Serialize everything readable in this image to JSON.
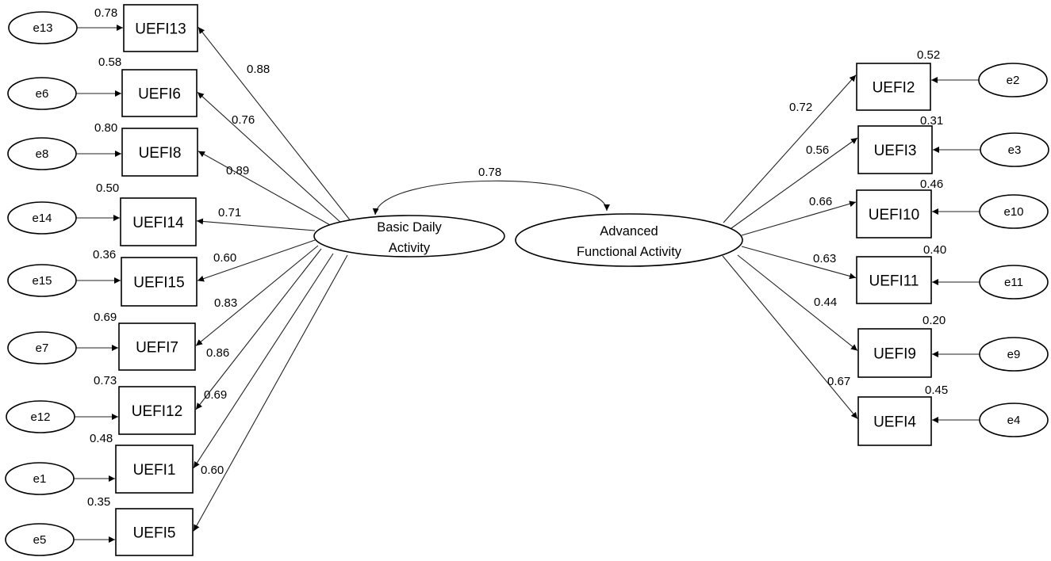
{
  "factors": {
    "basic": {
      "line1": "Basic Daily",
      "line2": "Activity"
    },
    "advanced": {
      "line1": "Advanced",
      "line2": "Functional Activity"
    }
  },
  "correlation": "0.78",
  "left_items": [
    {
      "item": "UEFI13",
      "error": "e13",
      "r2": "0.78",
      "loading": "0.88"
    },
    {
      "item": "UEFI6",
      "error": "e6",
      "r2": "0.58",
      "loading": "0.76"
    },
    {
      "item": "UEFI8",
      "error": "e8",
      "r2": "0.80",
      "loading": "0.89"
    },
    {
      "item": "UEFI14",
      "error": "e14",
      "r2": "0.50",
      "loading": "0.71"
    },
    {
      "item": "UEFI15",
      "error": "e15",
      "r2": "0.36",
      "loading": "0.60"
    },
    {
      "item": "UEFI7",
      "error": "e7",
      "r2": "0.69",
      "loading": "0.83"
    },
    {
      "item": "UEFI12",
      "error": "e12",
      "r2": "0.73",
      "loading": "0.86"
    },
    {
      "item": "UEFI1",
      "error": "e1",
      "r2": "0.48",
      "loading": "0.69"
    },
    {
      "item": "UEFI5",
      "error": "e5",
      "r2": "0.35",
      "loading": "0.60"
    }
  ],
  "right_items": [
    {
      "item": "UEFI2",
      "error": "e2",
      "r2": "0.52",
      "loading": "0.72"
    },
    {
      "item": "UEFI3",
      "error": "e3",
      "r2": "0.31",
      "loading": "0.56"
    },
    {
      "item": "UEFI10",
      "error": "e10",
      "r2": "0.46",
      "loading": "0.66"
    },
    {
      "item": "UEFI11",
      "error": "e11",
      "r2": "0.40",
      "loading": "0.63"
    },
    {
      "item": "UEFI9",
      "error": "e9",
      "r2": "0.20",
      "loading": "0.44"
    },
    {
      "item": "UEFI4",
      "error": "e4",
      "r2": "0.45",
      "loading": "0.67"
    }
  ]
}
